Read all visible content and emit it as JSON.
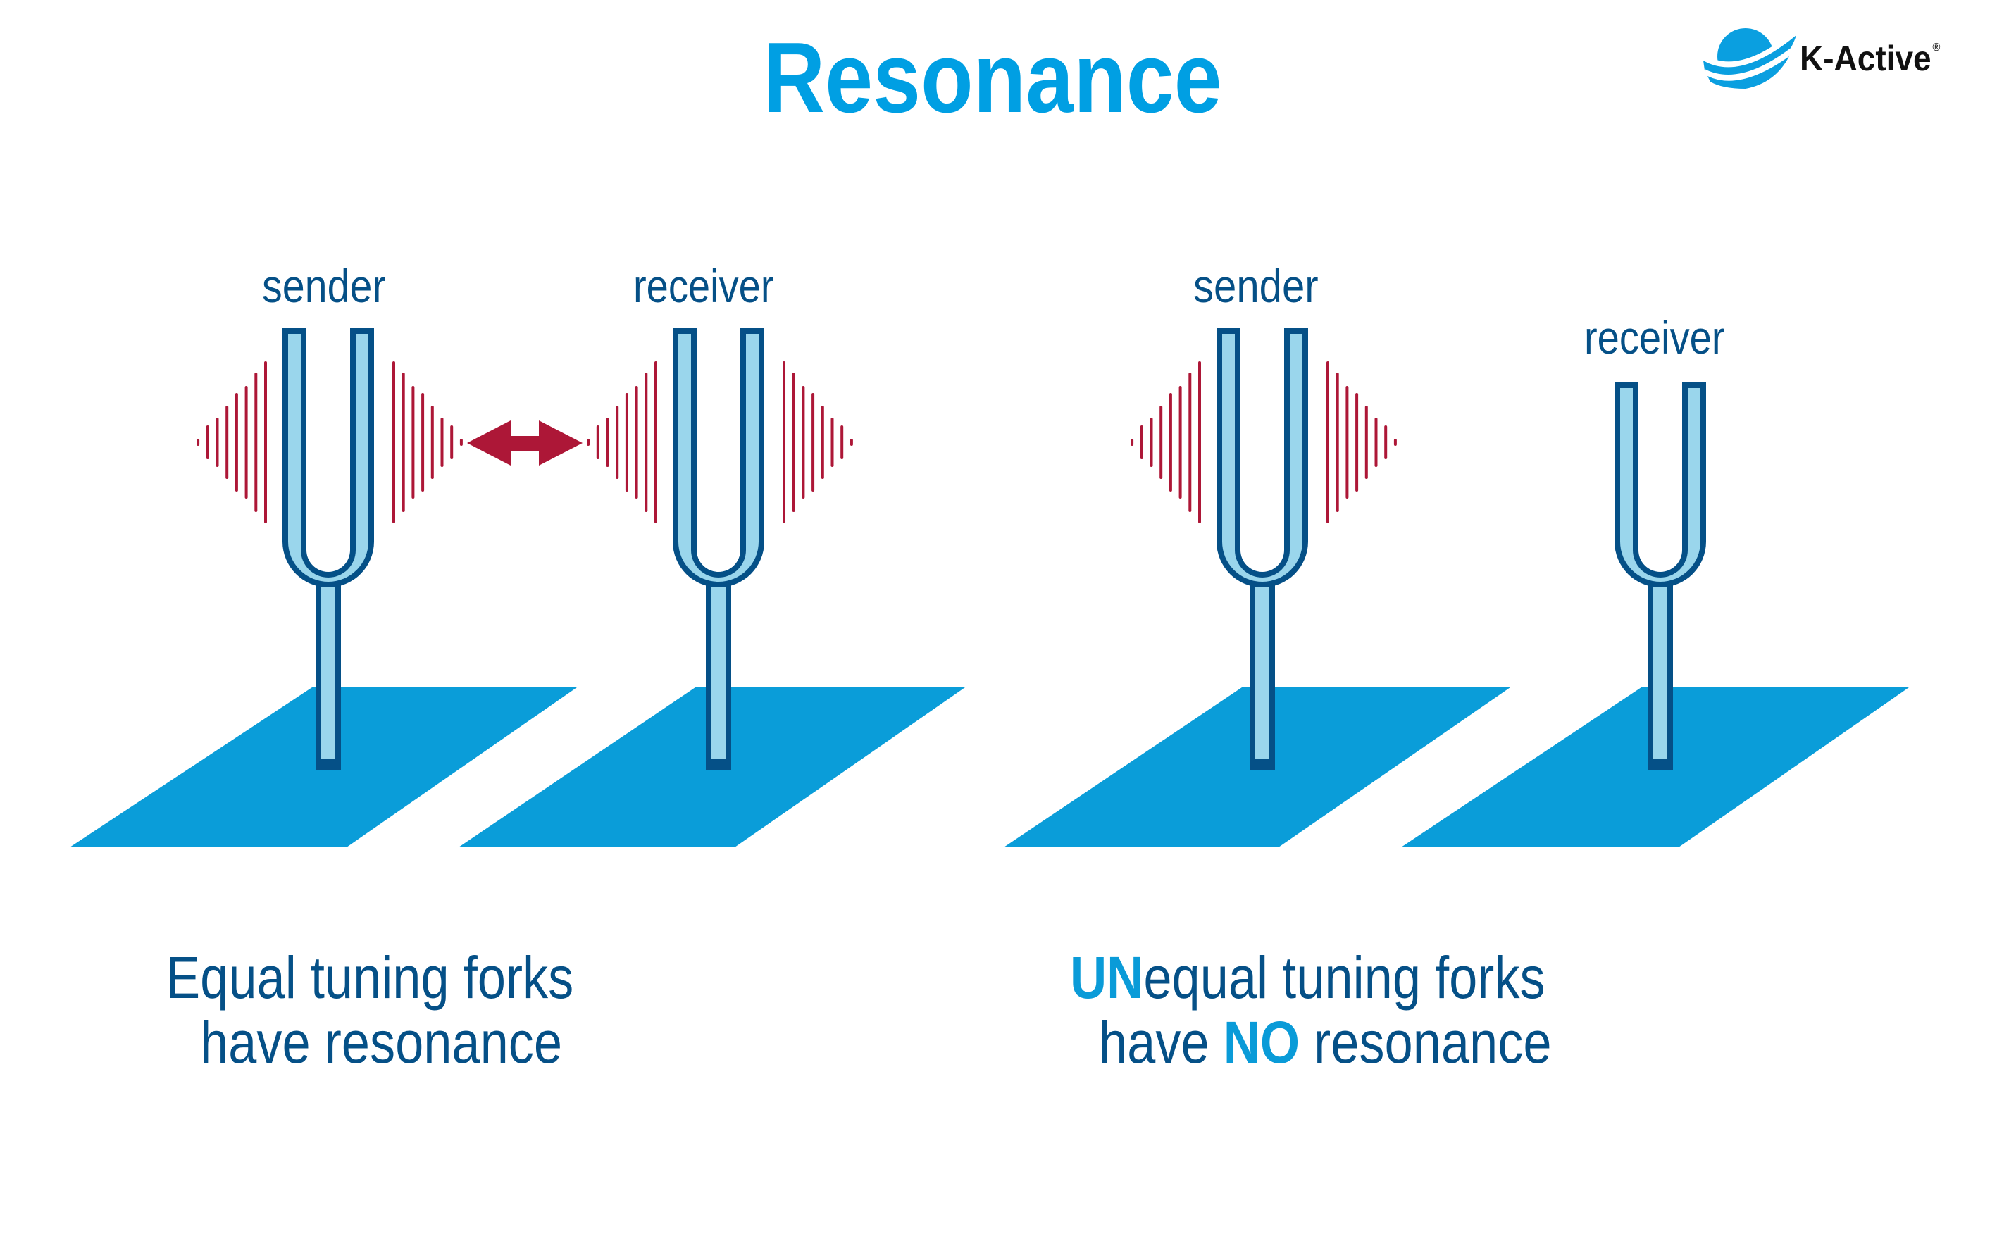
{
  "title": "Resonance",
  "logo": {
    "name": "K-Active",
    "registered_mark": "®",
    "icon": "globe-swoosh-icon"
  },
  "colors": {
    "title_blue": "#009fe3",
    "text_navy": "#055087",
    "plate_blue": "#0a9dd9",
    "fork_outline": "#055087",
    "fork_fill": "#9ad6ec",
    "wave_red": "#ad1737"
  },
  "left_panel": {
    "sender_label": "sender",
    "receiver_label": "receiver",
    "caption_line1": "Equal tuning forks",
    "caption_line2": "have resonance",
    "forks_equal": true,
    "sender_vibrating": true,
    "receiver_vibrating": true,
    "connection_icon": "double-arrow-icon"
  },
  "right_panel": {
    "sender_label": "sender",
    "receiver_label": "receiver",
    "caption_line1_highlight": "UN",
    "caption_line1_rest": "equal tuning forks",
    "caption_line2_pre": "have ",
    "caption_line2_highlight": "NO",
    "caption_line2_post": " resonance",
    "forks_equal": false,
    "sender_vibrating": true,
    "receiver_vibrating": false
  }
}
